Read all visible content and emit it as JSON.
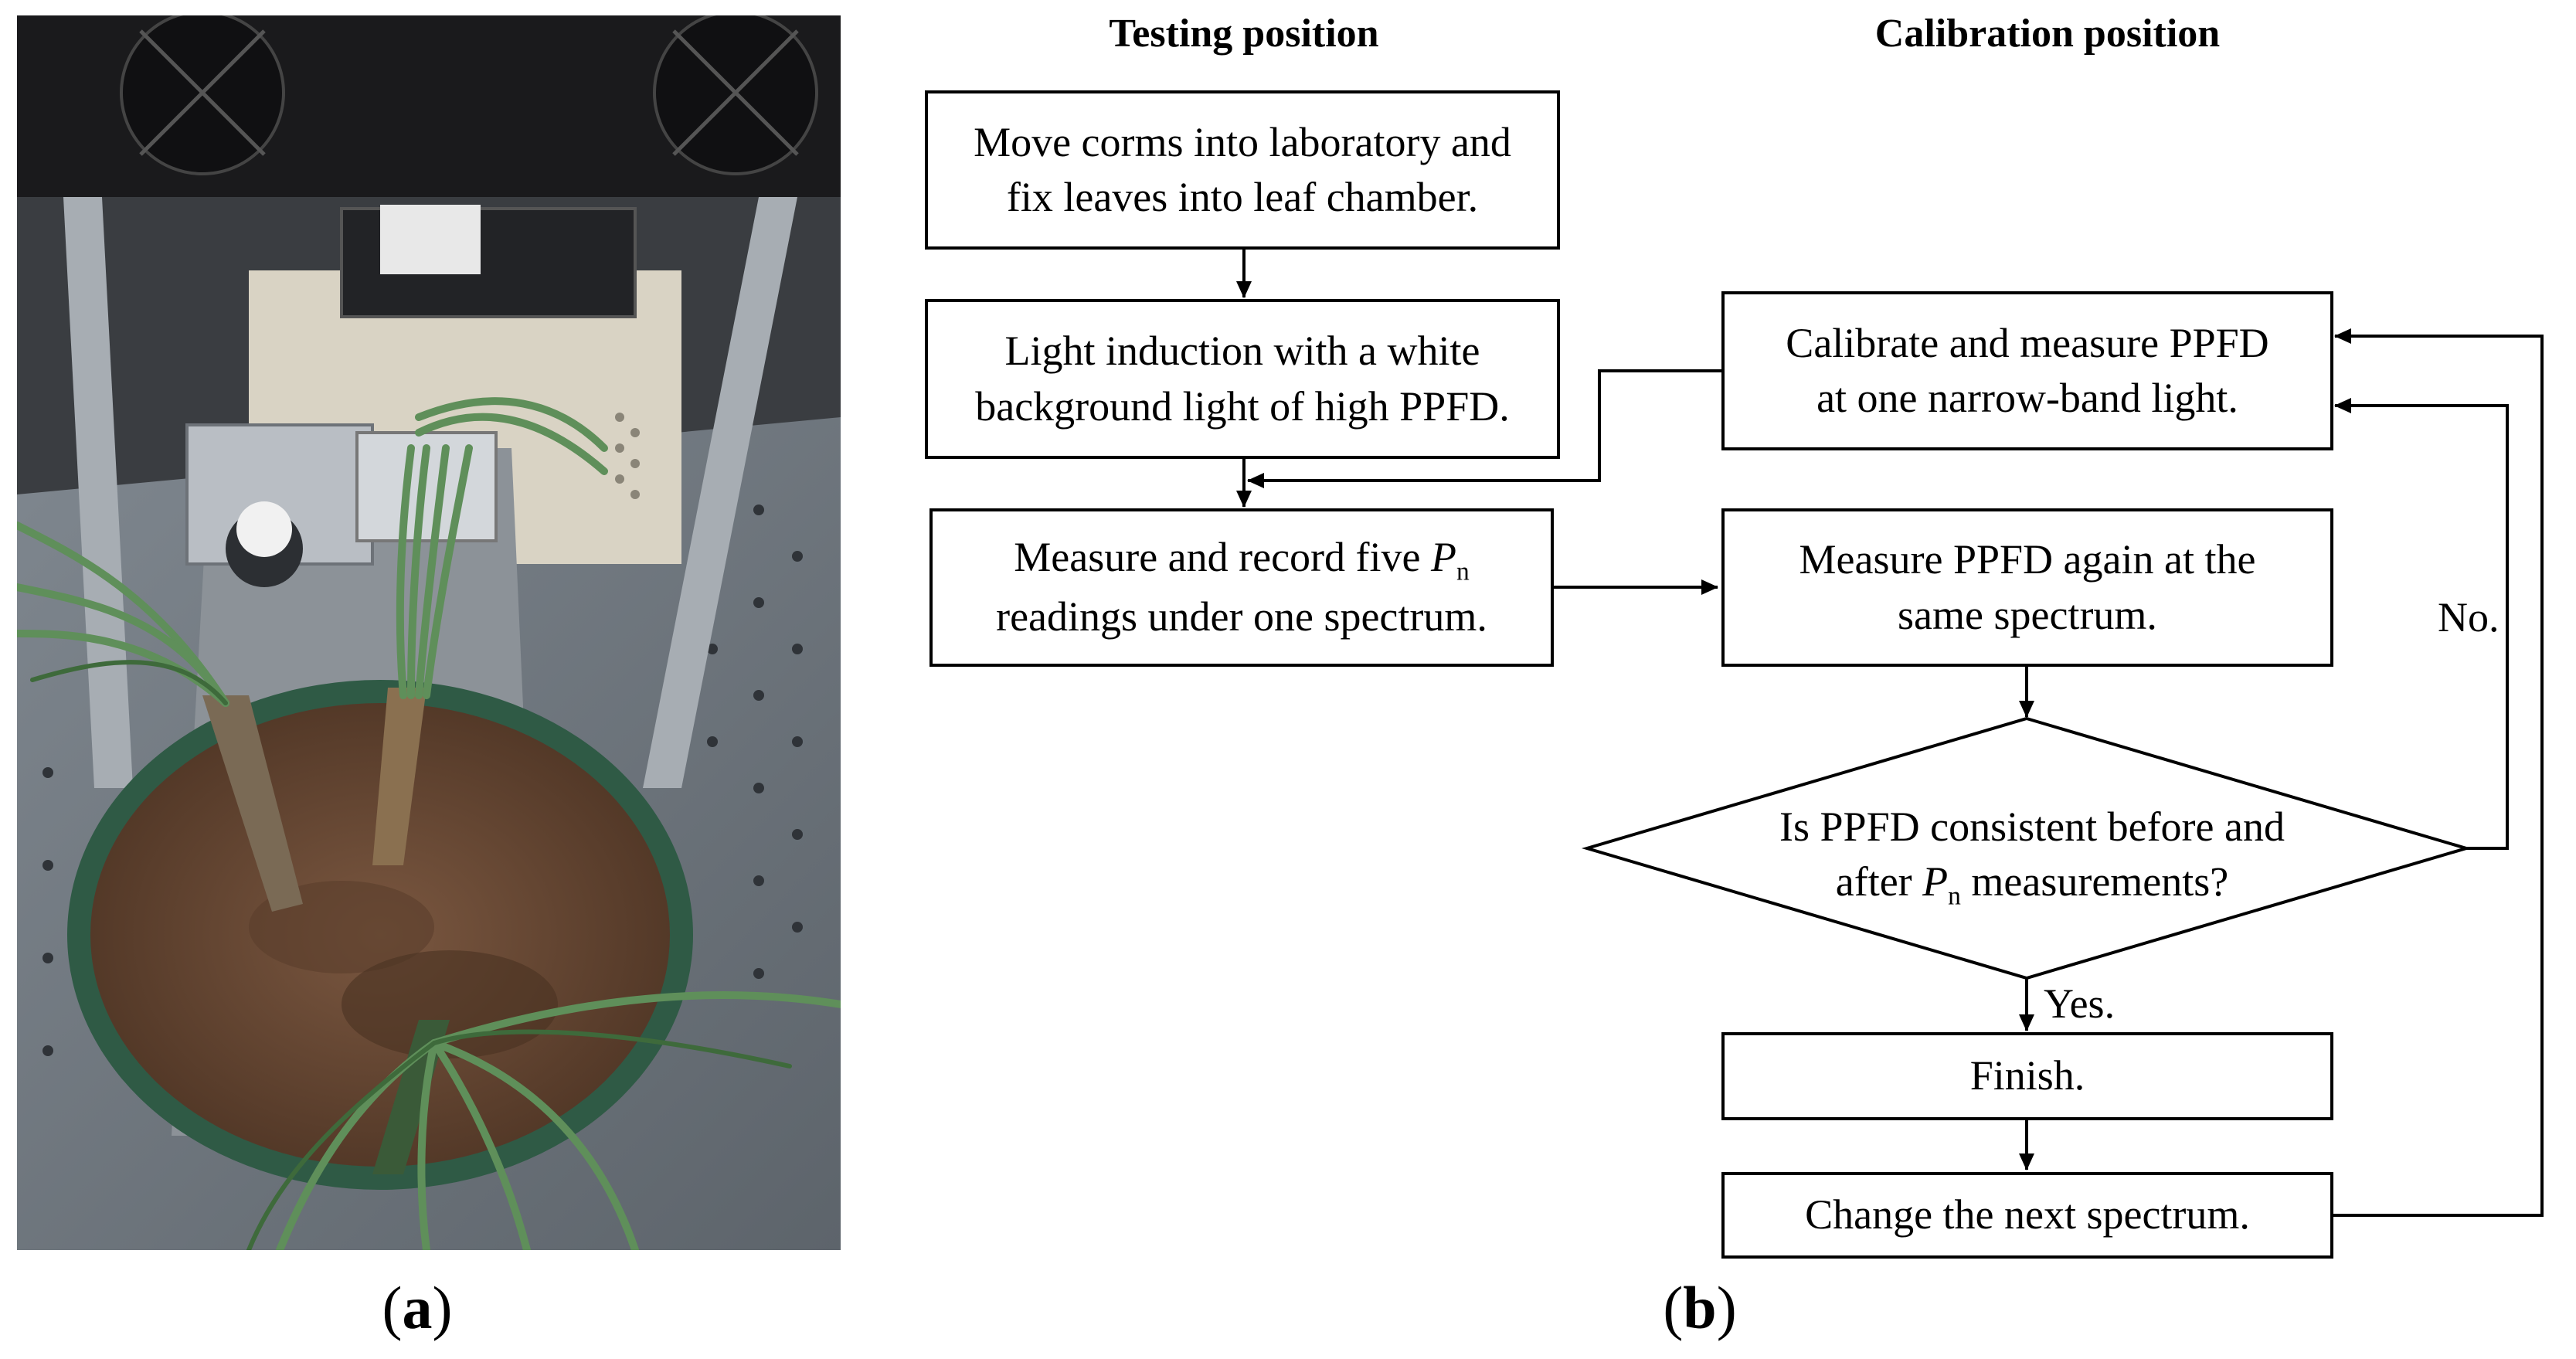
{
  "panels": {
    "a_label": "a",
    "b_label": "b"
  },
  "headers": {
    "testing": "Testing position",
    "calibration": "Calibration position"
  },
  "testing_steps": {
    "step1_line1": "Move corms into laboratory and",
    "step1_line2": "fix leaves into leaf chamber.",
    "step2_line1": "Light induction with a white",
    "step2_line2": "background light of high PPFD.",
    "step3_line1_prefix": "Measure and record five ",
    "step3_var": "P",
    "step3_sub": "n",
    "step3_line2": "readings under one spectrum."
  },
  "calibration_steps": {
    "calibrate_line1": "Calibrate and measure PPFD",
    "calibrate_line2": "at one narrow-band light.",
    "measure_again_line1": "Measure PPFD again at the",
    "measure_again_line2": "same spectrum.",
    "decision_line1": "Is PPFD consistent before and",
    "decision_line2_prefix": "after ",
    "decision_var": "P",
    "decision_sub": "n",
    "decision_line2_suffix": " measurements?",
    "finish": "Finish.",
    "change": "Change the next spectrum."
  },
  "edge_labels": {
    "no": "No.",
    "yes": "Yes."
  },
  "colors": {
    "line": "#000000",
    "soil": "#6b4a33",
    "pot": "#3f6b52",
    "leaf": "#5f8f5a",
    "metal": "#9aa0a6",
    "table": "#8e959c",
    "bg_dark": "#2a2a2c"
  }
}
